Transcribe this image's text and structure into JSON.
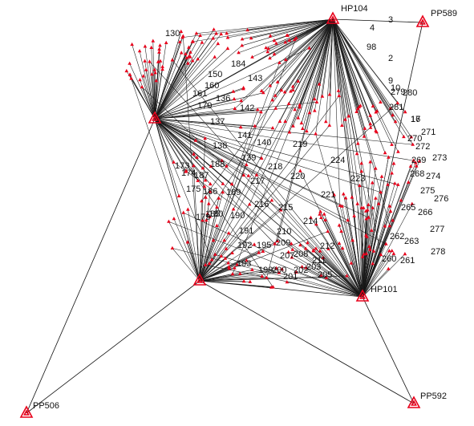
{
  "stations": [
    {
      "id": "HP104",
      "label": "HP104"
    },
    {
      "id": "PP589",
      "label": "PP589"
    },
    {
      "id": "PP506",
      "label": "PP506"
    },
    {
      "id": "PP592",
      "label": "PP592"
    },
    {
      "id": "HP101",
      "label": "HP101"
    },
    {
      "id": "W",
      "label": ""
    },
    {
      "id": "B",
      "label": ""
    }
  ],
  "point_labels": [
    "2",
    "3",
    "4",
    "9",
    "10",
    "16",
    "17",
    "98",
    "130",
    "136",
    "137",
    "138",
    "139",
    "140",
    "141",
    "142",
    "143",
    "150",
    "160",
    "161",
    "170",
    "173",
    "174",
    "175",
    "179",
    "180",
    "184",
    "185",
    "186",
    "187",
    "188",
    "189",
    "190",
    "191",
    "192",
    "193",
    "195",
    "199",
    "200",
    "201",
    "202",
    "203",
    "205",
    "207",
    "208",
    "209",
    "210",
    "211",
    "212",
    "214",
    "215",
    "216",
    "217",
    "218",
    "219",
    "220",
    "221",
    "223",
    "224",
    "260",
    "261",
    "262",
    "263",
    "265",
    "266",
    "268",
    "269",
    "270",
    "271",
    "272",
    "273",
    "274",
    "275",
    "276",
    "277",
    "278",
    "279",
    "280",
    "281"
  ],
  "colors": {
    "point": "#e8001a",
    "line": "#1a1a1a",
    "label": "#111111"
  }
}
